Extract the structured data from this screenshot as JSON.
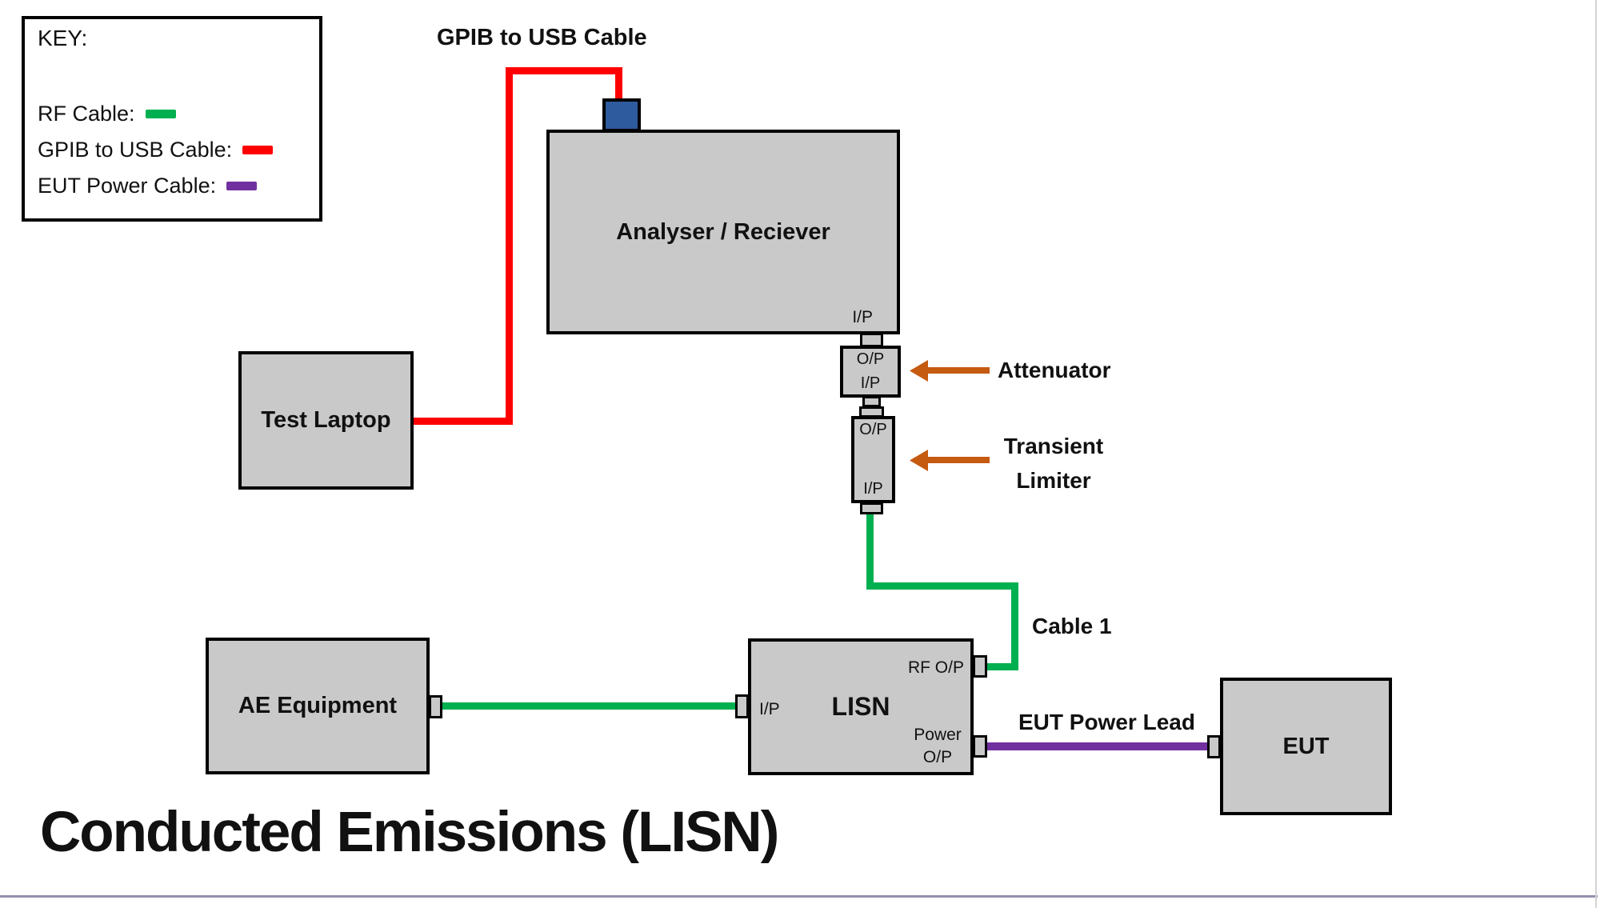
{
  "key": {
    "title": "KEY:",
    "items": [
      {
        "label": "RF Cable:",
        "color": "#00B050"
      },
      {
        "label": "GPIB to USB Cable:",
        "color": "#FF0000"
      },
      {
        "label": "EUT Power Cable:",
        "color": "#7030A0"
      }
    ]
  },
  "annotations": {
    "gpib_cable_label": "GPIB to USB Cable",
    "attenuator_label": "Attenuator",
    "transient_limiter_line1": "Transient",
    "transient_limiter_line2": "Limiter",
    "cable1_label": "Cable 1",
    "eut_power_lead_label": "EUT Power Lead",
    "title": "Conducted Emissions (LISN)"
  },
  "boxes": {
    "analyser": {
      "label": "Analyser / Reciever",
      "port_ip": "I/P"
    },
    "test_laptop": {
      "label": "Test Laptop"
    },
    "attenuator": {
      "port_op": "O/P",
      "port_ip": "I/P"
    },
    "transient_limiter": {
      "port_op": "O/P",
      "port_ip": "I/P"
    },
    "ae_equipment": {
      "label": "AE Equipment"
    },
    "lisn": {
      "label": "LISN",
      "port_ip": "I/P",
      "port_rf_op": "RF O/P",
      "port_power_line1": "Power",
      "port_power_line2": "O/P"
    },
    "eut": {
      "label": "EUT"
    }
  },
  "colors": {
    "rf_cable": "#00B050",
    "gpib_cable": "#FF0000",
    "power_cable": "#7030A0",
    "arrow": "#C55A11",
    "usb_connector": "#2E5B9E",
    "box_fill": "#C9C9C9",
    "box_border": "#000000",
    "slide_border_bottom": "#9191AB",
    "slide_border_right": "#D4D4D4"
  }
}
